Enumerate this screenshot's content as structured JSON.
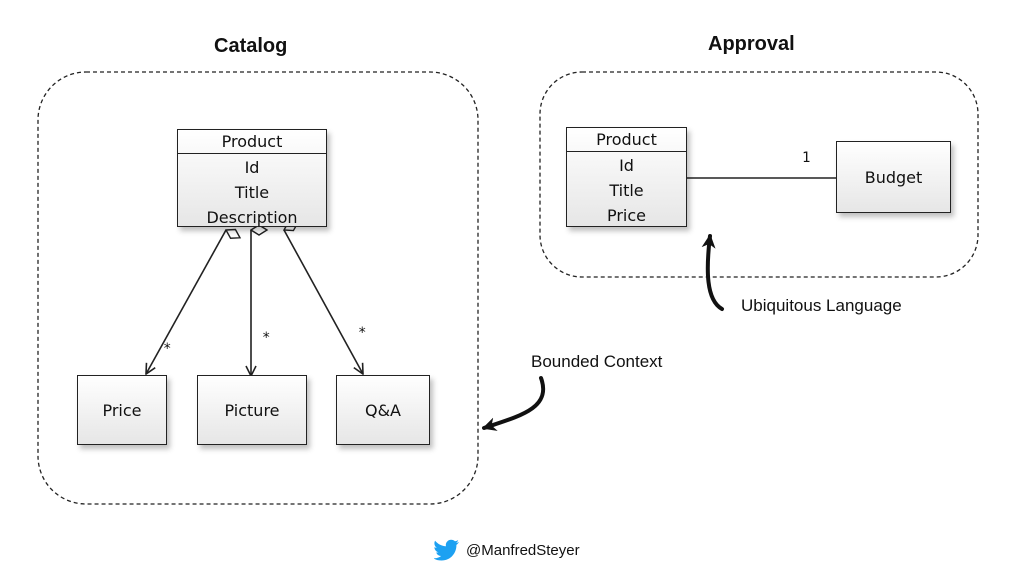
{
  "titles": {
    "catalog": "Catalog",
    "approval": "Approval"
  },
  "catalog": {
    "product": {
      "name": "Product",
      "attributes": [
        "Id",
        "Title",
        "Description"
      ]
    },
    "children": [
      "Price",
      "Picture",
      "Q&A"
    ],
    "multiplicities": [
      "*",
      "*",
      "*"
    ]
  },
  "approval": {
    "product": {
      "name": "Product",
      "attributes": [
        "Id",
        "Title",
        "Price"
      ]
    },
    "budget": "Budget",
    "multiplicity": "1"
  },
  "annotations": {
    "bounded_context": "Bounded Context",
    "ubiquitous_language": "Ubiquitous Language"
  },
  "footer": {
    "handle": "@ManfredSteyer",
    "icon": "twitter-bird-icon",
    "icon_color": "#1DA1F2"
  }
}
